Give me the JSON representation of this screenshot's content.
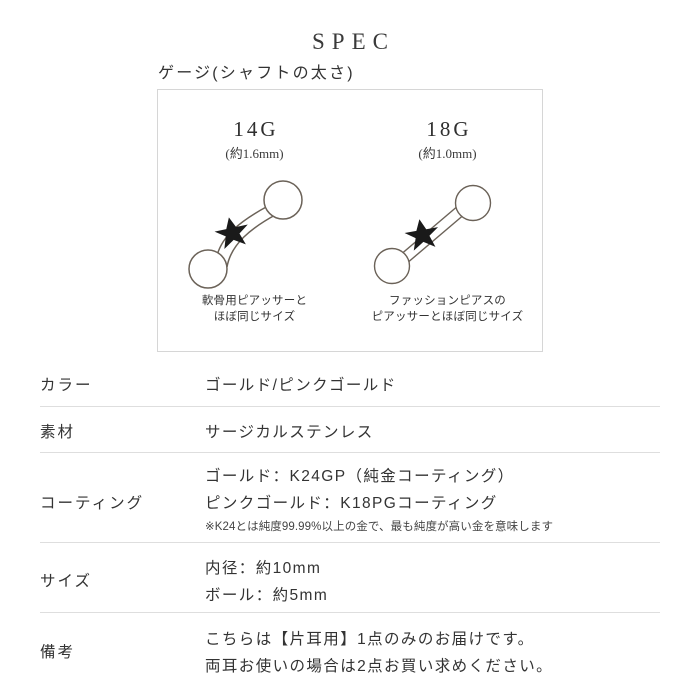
{
  "header": {
    "title": "SPEC",
    "gauge_heading": "ゲージ(シャフトの太さ)"
  },
  "gauge_box": {
    "items": [
      {
        "size": "14G",
        "mm": "(約1.6mm)",
        "caption_line1": "軟骨用ピアッサーと",
        "caption_line2": "ほぼ同じサイズ",
        "diagram": "barbell-14g-icon"
      },
      {
        "size": "18G",
        "mm": "(約1.0mm)",
        "caption_line1": "ファッションピアスの",
        "caption_line2": "ピアッサーとほぼ同じサイズ",
        "diagram": "barbell-18g-icon"
      }
    ]
  },
  "spec_table": {
    "rows": [
      {
        "label": "カラー",
        "lines": [
          "ゴールド/ピンクゴールド"
        ],
        "note": ""
      },
      {
        "label": "素材",
        "lines": [
          "サージカルステンレス"
        ],
        "note": ""
      },
      {
        "label": "コーティング",
        "lines": [
          "ゴールド：K24GP（純金コーティング）",
          "ピンクゴールド：K18PGコーティング"
        ],
        "note": "※K24とは純度99.99%以上の金で、最も純度が高い金を意味します"
      },
      {
        "label": "サイズ",
        "lines": [
          "内径：約10mm",
          "ボール：約5mm"
        ],
        "note": ""
      },
      {
        "label": "備考",
        "lines": [
          "こちらは【片耳用】1点のみのお届けです。",
          "両耳お使いの場合は2点お買い求めください。"
        ],
        "note": ""
      }
    ]
  },
  "colors": {
    "text": "#333333",
    "title": "#3a3a3a",
    "divider": "#dedede",
    "box_border": "#d6d6d6",
    "diagram_stroke": "#6b6258",
    "star_fill": "#1a1a1a",
    "background": "#ffffff"
  }
}
